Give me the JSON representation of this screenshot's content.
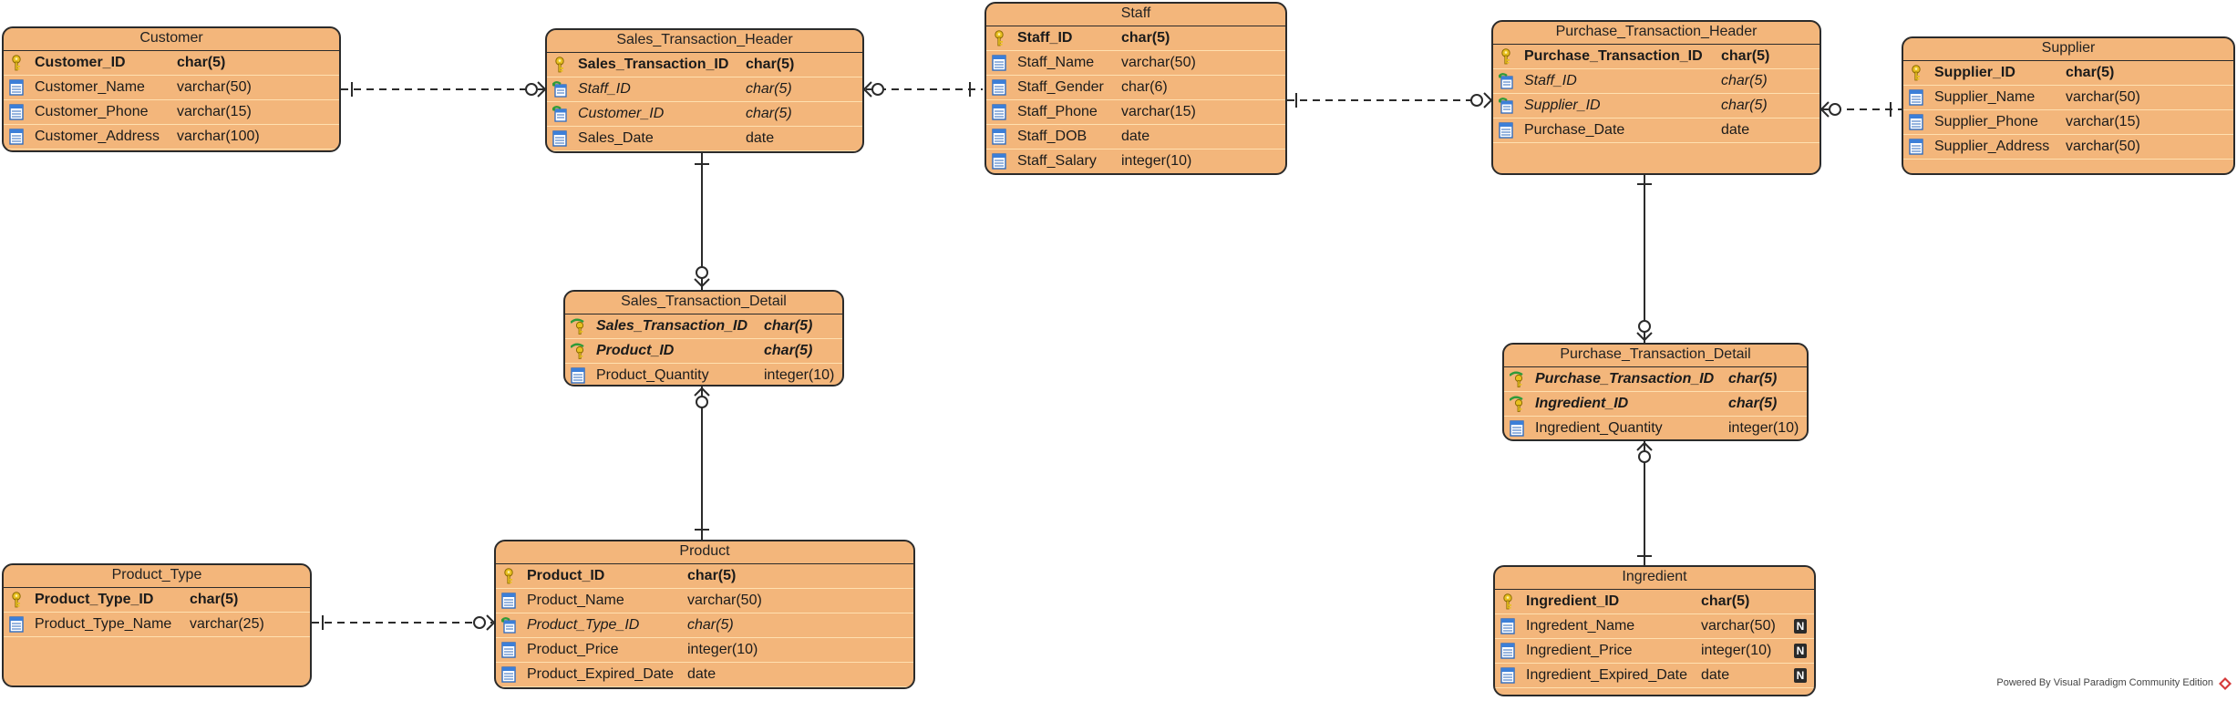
{
  "credit": "Powered By  Visual Paradigm Community Edition",
  "entities": {
    "customer": {
      "title": "Customer",
      "rows": [
        {
          "name": "Customer_ID",
          "type": "char(5)",
          "kind": "pk"
        },
        {
          "name": "Customer_Name",
          "type": "varchar(50)",
          "kind": "col"
        },
        {
          "name": "Customer_Phone",
          "type": "varchar(15)",
          "kind": "col"
        },
        {
          "name": "Customer_Address",
          "type": "varchar(100)",
          "kind": "col"
        }
      ]
    },
    "sales_header": {
      "title": "Sales_Transaction_Header",
      "rows": [
        {
          "name": "Sales_Transaction_ID",
          "type": "char(5)",
          "kind": "pk"
        },
        {
          "name": "Staff_ID",
          "type": "char(5)",
          "kind": "fk"
        },
        {
          "name": "Customer_ID",
          "type": "char(5)",
          "kind": "fk"
        },
        {
          "name": "Sales_Date",
          "type": "date",
          "kind": "col"
        }
      ]
    },
    "staff": {
      "title": "Staff",
      "rows": [
        {
          "name": "Staff_ID",
          "type": "char(5)",
          "kind": "pk"
        },
        {
          "name": "Staff_Name",
          "type": "varchar(50)",
          "kind": "col"
        },
        {
          "name": "Staff_Gender",
          "type": "char(6)",
          "kind": "col"
        },
        {
          "name": "Staff_Phone",
          "type": "varchar(15)",
          "kind": "col"
        },
        {
          "name": "Staff_DOB",
          "type": "date",
          "kind": "col"
        },
        {
          "name": "Staff_Salary",
          "type": "integer(10)",
          "kind": "col"
        }
      ]
    },
    "purchase_header": {
      "title": "Purchase_Transaction_Header",
      "rows": [
        {
          "name": "Purchase_Transaction_ID",
          "type": "char(5)",
          "kind": "pk"
        },
        {
          "name": "Staff_ID",
          "type": "char(5)",
          "kind": "fk"
        },
        {
          "name": "Supplier_ID",
          "type": "char(5)",
          "kind": "fk"
        },
        {
          "name": "Purchase_Date",
          "type": "date",
          "kind": "col"
        }
      ]
    },
    "supplier": {
      "title": "Supplier",
      "rows": [
        {
          "name": "Supplier_ID",
          "type": "char(5)",
          "kind": "pk"
        },
        {
          "name": "Supplier_Name",
          "type": "varchar(50)",
          "kind": "col"
        },
        {
          "name": "Supplier_Phone",
          "type": "varchar(15)",
          "kind": "col"
        },
        {
          "name": "Supplier_Address",
          "type": "varchar(50)",
          "kind": "col"
        }
      ]
    },
    "sales_detail": {
      "title": "Sales_Transaction_Detail",
      "rows": [
        {
          "name": "Sales_Transaction_ID",
          "type": "char(5)",
          "kind": "pkfk"
        },
        {
          "name": "Product_ID",
          "type": "char(5)",
          "kind": "pkfk"
        },
        {
          "name": "Product_Quantity",
          "type": "integer(10)",
          "kind": "col"
        }
      ]
    },
    "purchase_detail": {
      "title": "Purchase_Transaction_Detail",
      "rows": [
        {
          "name": "Purchase_Transaction_ID",
          "type": "char(5)",
          "kind": "pkfk"
        },
        {
          "name": "Ingredient_ID",
          "type": "char(5)",
          "kind": "pkfk"
        },
        {
          "name": "Ingredient_Quantity",
          "type": "integer(10)",
          "kind": "col"
        }
      ]
    },
    "product_type": {
      "title": "Product_Type",
      "rows": [
        {
          "name": "Product_Type_ID",
          "type": "char(5)",
          "kind": "pk"
        },
        {
          "name": "Product_Type_Name",
          "type": "varchar(25)",
          "kind": "col"
        }
      ]
    },
    "product": {
      "title": "Product",
      "rows": [
        {
          "name": "Product_ID",
          "type": "char(5)",
          "kind": "pk"
        },
        {
          "name": "Product_Name",
          "type": "varchar(50)",
          "kind": "col"
        },
        {
          "name": "Product_Type_ID",
          "type": "char(5)",
          "kind": "fk"
        },
        {
          "name": "Product_Price",
          "type": "integer(10)",
          "kind": "col"
        },
        {
          "name": "Product_Expired_Date",
          "type": "date",
          "kind": "col"
        }
      ]
    },
    "ingredient": {
      "title": "Ingredient",
      "rows": [
        {
          "name": "Ingredient_ID",
          "type": "char(5)",
          "kind": "pk"
        },
        {
          "name": "Ingredent_Name",
          "type": "varchar(50)",
          "kind": "col",
          "nullable": "N"
        },
        {
          "name": "Ingredient_Price",
          "type": "integer(10)",
          "kind": "col",
          "nullable": "N"
        },
        {
          "name": "Ingredient_Expired_Date",
          "type": "date",
          "kind": "col",
          "nullable": "N"
        }
      ]
    }
  }
}
